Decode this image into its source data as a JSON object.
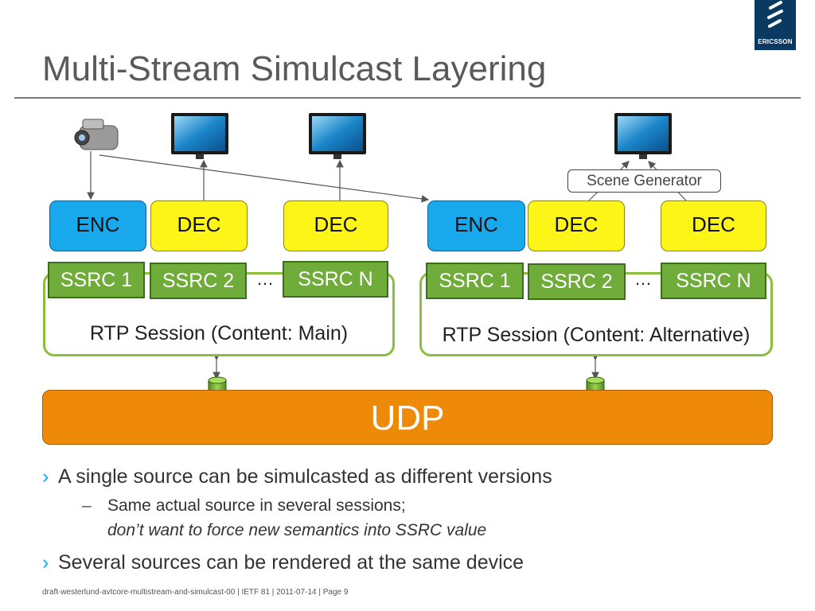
{
  "brand": {
    "logo_text": "ERICSSON",
    "logo_color": "#0a3a62"
  },
  "title": "Multi-Stream Simulcast Layering",
  "left_group": {
    "enc": "ENC",
    "dec1": "DEC",
    "dec2": "DEC",
    "ssrc1": "SSRC 1",
    "ssrc2": "SSRC 2",
    "ssrcn": "SSRC N",
    "ellipsis": "…",
    "session": "RTP Session (Content: Main)"
  },
  "right_group": {
    "enc": "ENC",
    "dec1": "DEC",
    "dec2": "DEC",
    "ssrc1": "SSRC 1",
    "ssrc2": "SSRC 2",
    "ssrcn": "SSRC N",
    "ellipsis": "…",
    "session": "RTP Session (Content: Alternative)"
  },
  "scene_generator": "Scene Generator",
  "udp": "UDP",
  "bullets": [
    {
      "text": "A single source can be simulcasted as different versions"
    },
    {
      "text": "Several sources can be rendered at the same device"
    }
  ],
  "sub_bullet": {
    "marker": "–",
    "line1": "Same actual source in several sessions;",
    "line2": "don’t want to force new semantics into SSRC value"
  },
  "bullet_marker": "›",
  "footer": "draft-westerlund-avtcore-multistream-and-simulcast-00  |  IETF 81  |  2011-07-14  |  Page 9",
  "colors": {
    "enc": "#17a9ec",
    "dec": "#fdf518",
    "ssrc": "#6fac3a",
    "session_border": "#8cbd3f",
    "udp": "#ef8a08",
    "bullet_marker": "#17a9ec"
  },
  "icons": [
    "camera-icon",
    "monitor-icon",
    "database-icon",
    "ericsson-logo"
  ]
}
